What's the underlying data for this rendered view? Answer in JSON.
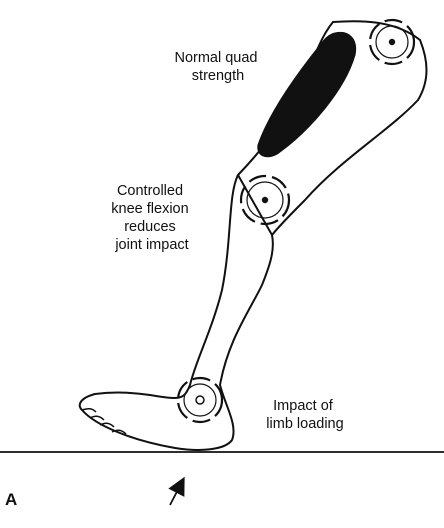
{
  "figure": {
    "panel_letter": "A",
    "labels": {
      "quad": [
        "Normal quad",
        "strength"
      ],
      "knee": [
        "Controlled",
        "knee flexion",
        "reduces",
        "joint impact"
      ],
      "ankle": [
        "Impact of",
        "limb loading"
      ]
    },
    "colors": {
      "ink": "#111111",
      "background": "#ffffff"
    },
    "icons": [
      "hip-joint-icon",
      "knee-joint-icon",
      "ankle-joint-icon",
      "ground-reaction-arrow-icon"
    ]
  }
}
